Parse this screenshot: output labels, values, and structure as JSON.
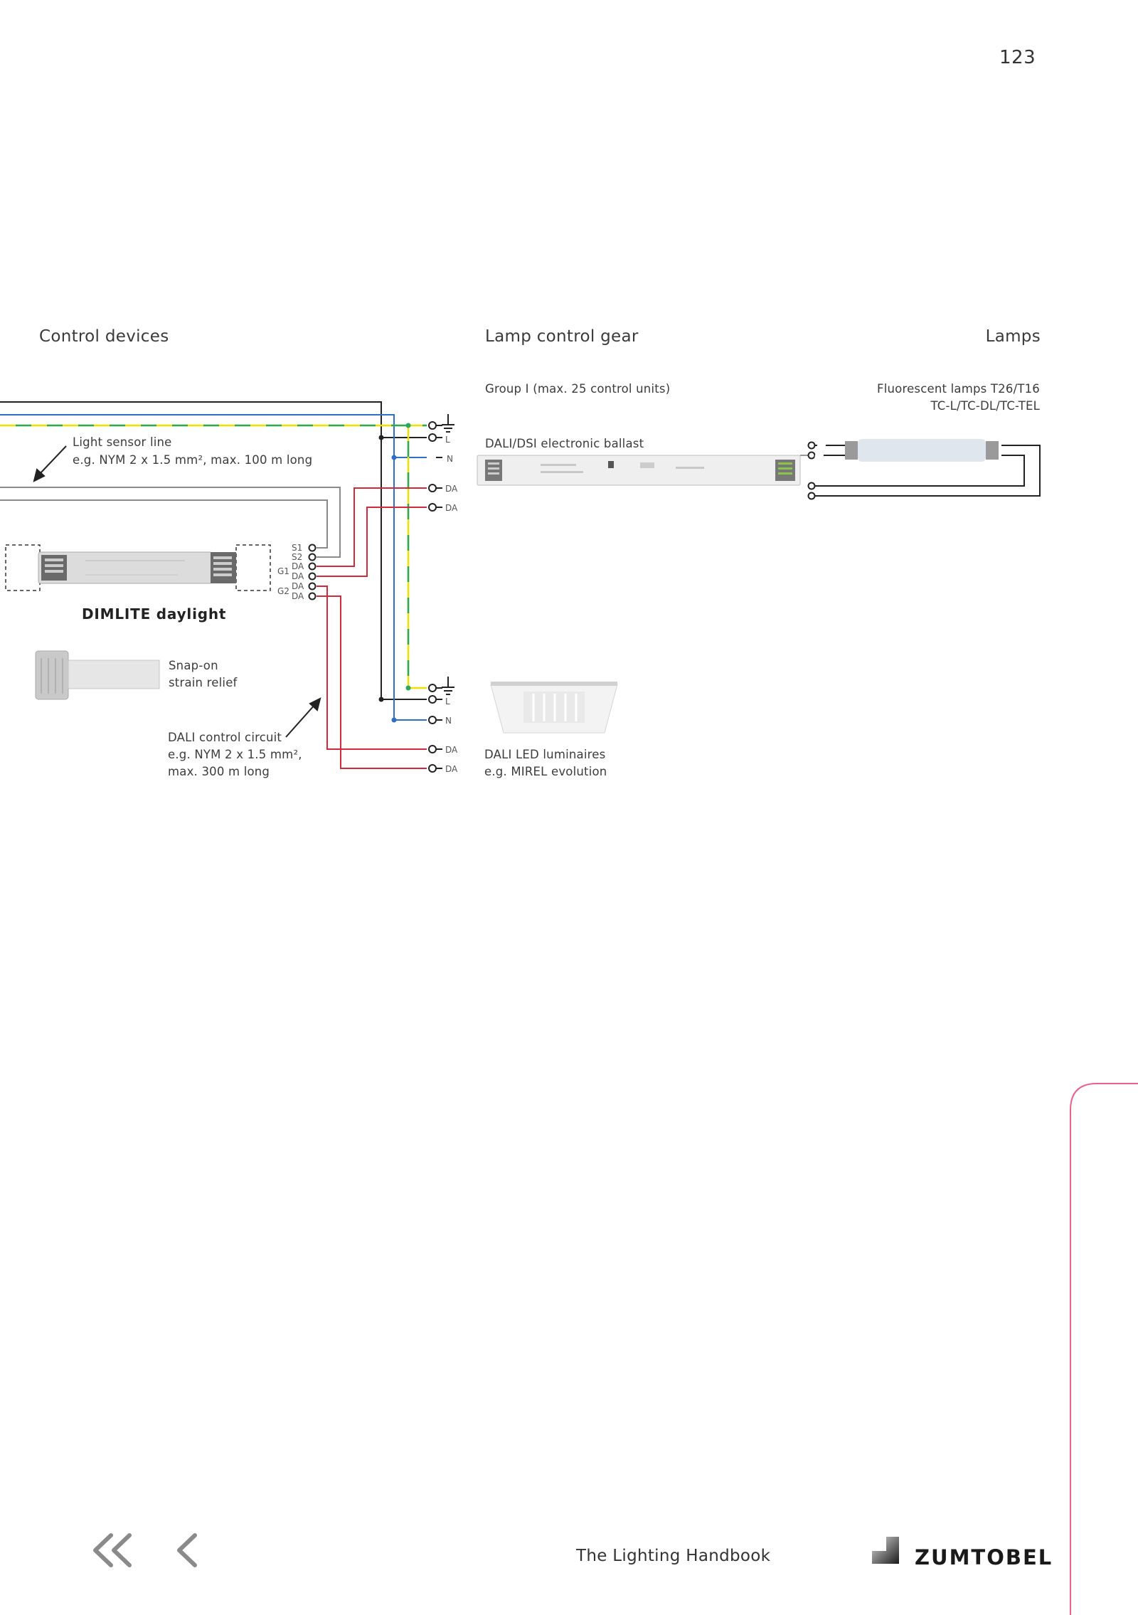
{
  "page": {
    "number": "123"
  },
  "headings": {
    "control_devices": "Control devices",
    "lamp_control_gear": "Lamp control gear",
    "lamps": "Lamps"
  },
  "labels": {
    "light_sensor_line_1": "Light sensor line",
    "light_sensor_line_2": "e.g. NYM 2 x 1.5 mm², max. 100 m long",
    "dimlite": "DIMLITE daylight",
    "snap_on": "Snap-on\nstrain relief",
    "dali_circuit": "DALI control circuit\ne.g. NYM 2 x 1.5 mm²,\nmax. 300 m long",
    "group": "Group I (max. 25 control units)",
    "ballast": "DALI/DSI electronic ballast",
    "led_luminaires": "DALI LED luminaires\ne.g. MIREL evolution",
    "fluorescent": "Fluorescent lamps T26/T16\nTC-L/TC-DL/TC-TEL"
  },
  "terminals": {
    "s1": "S1",
    "s2": "S2",
    "g1": "G1",
    "g2": "G2",
    "da": "DA",
    "l": "L",
    "n": "N"
  },
  "footer": {
    "title": "The Lighting Handbook",
    "brand": "ZUMTOBEL"
  },
  "colors": {
    "wire_black": "#222222",
    "wire_blue": "#2f6fc4",
    "wire_red": "#d22a3a",
    "wire_grey": "#8a8a8a",
    "earth_yellow": "#f0e000",
    "earth_green": "#2aa860",
    "accent_pink": "#e8628a"
  },
  "icons": {
    "first_page": "double-chevron-left-icon",
    "prev_page": "chevron-left-icon"
  }
}
